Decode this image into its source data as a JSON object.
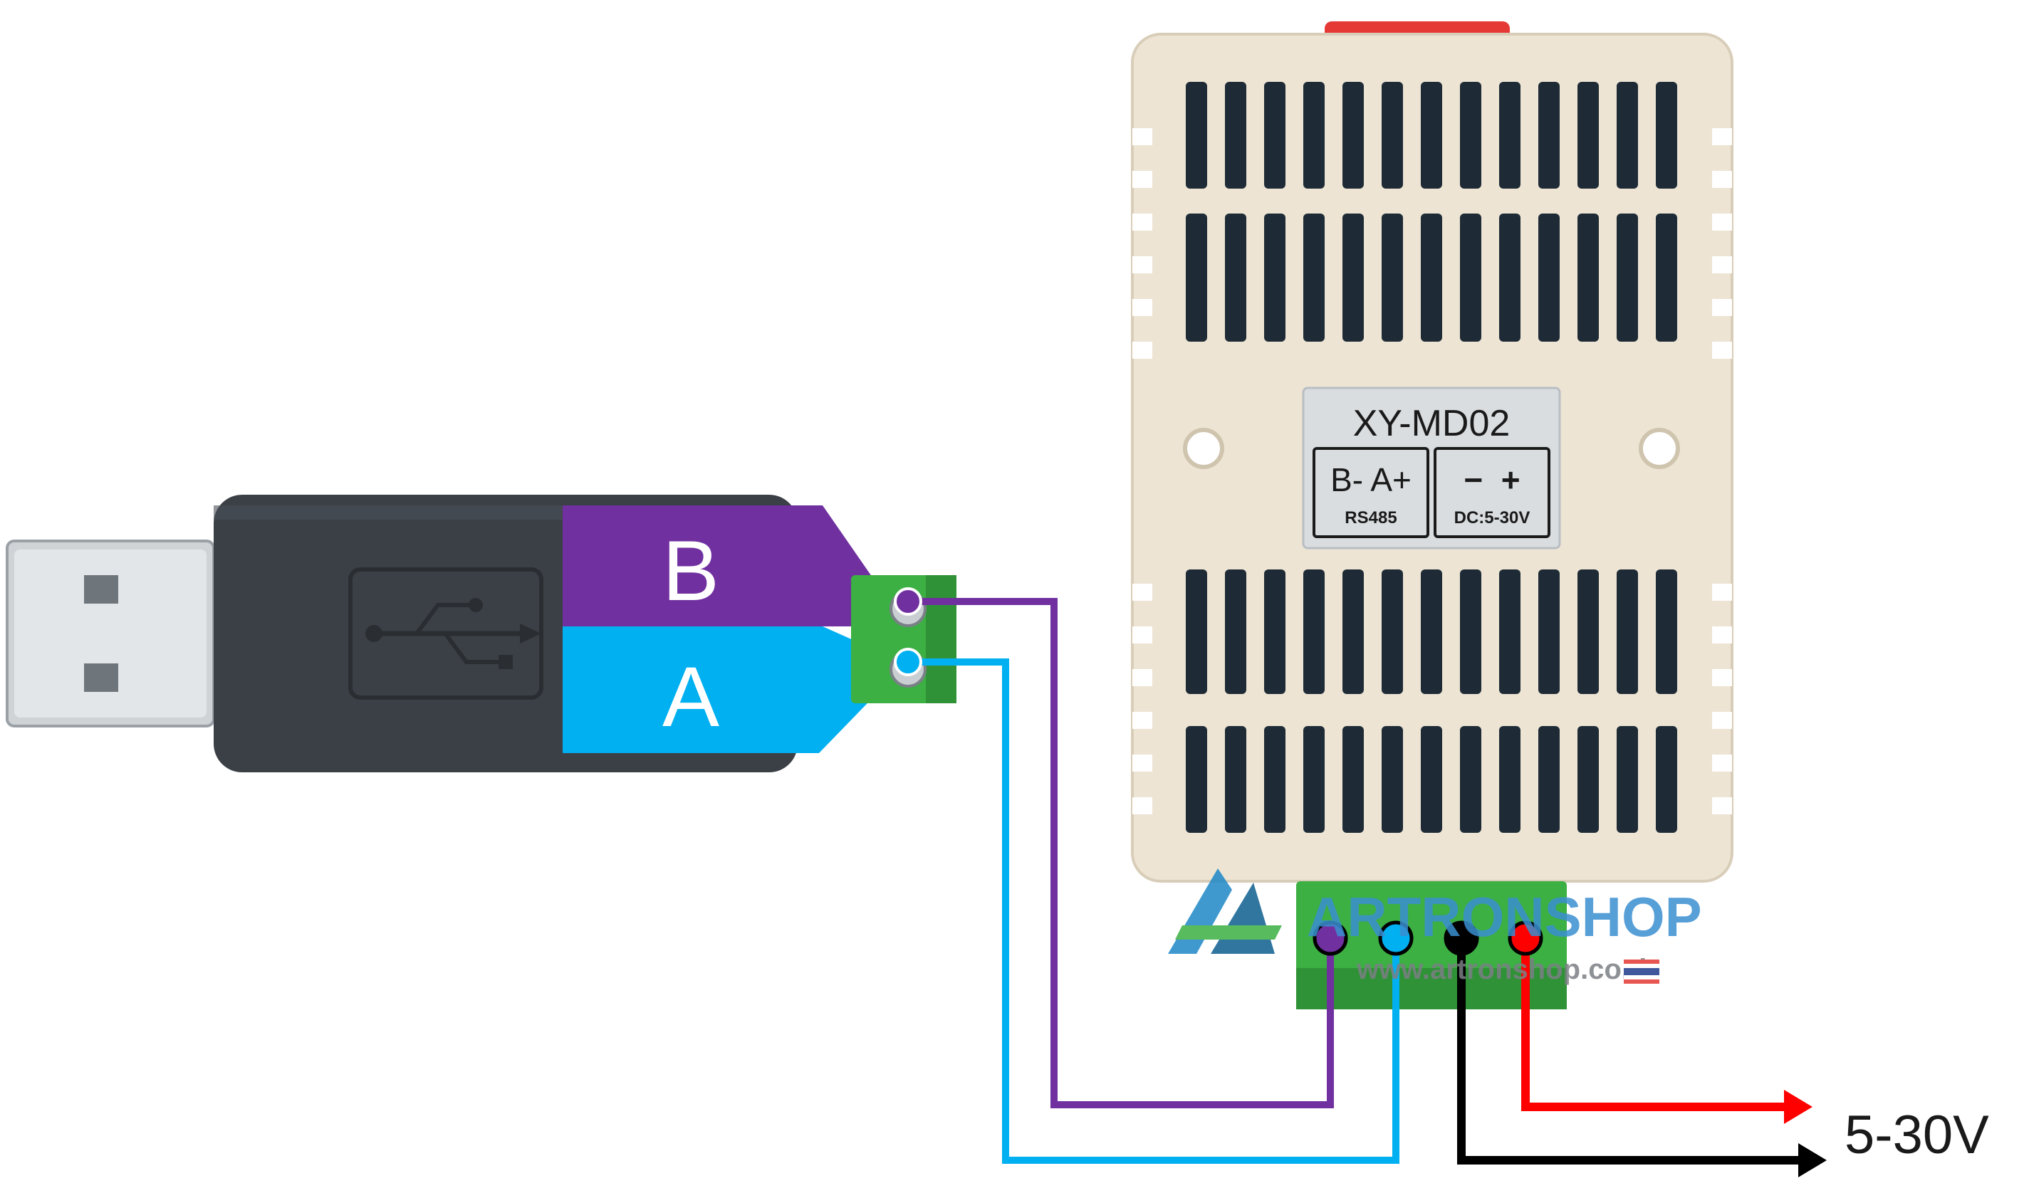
{
  "usb_adapter": {
    "pin_b_label": "B",
    "pin_a_label": "A"
  },
  "sensor": {
    "model": "XY-MD02",
    "rs485_pins": "B- A+",
    "rs485_caption": "RS485",
    "power_pins": "−  +",
    "power_caption": "DC:5-30V"
  },
  "power_supply": {
    "voltage_label": "5-30V"
  },
  "watermark": {
    "brand": "ARTRONSHOP",
    "url": "www.artronshop.co.th"
  },
  "colors": {
    "wire_b": "#7030a0",
    "wire_a": "#00b0f0",
    "wire_positive": "#ff0000",
    "wire_negative": "#000000",
    "terminal_green": "#3cb043",
    "sensor_housing": "#ede4d3",
    "usb_body": "#3b4046"
  }
}
